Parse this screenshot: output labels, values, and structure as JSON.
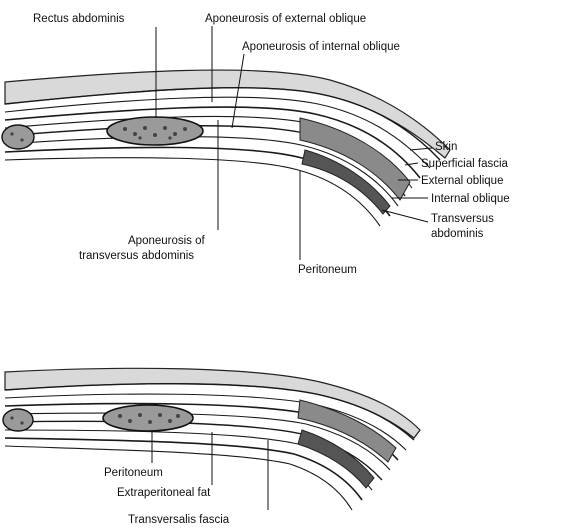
{
  "upper_diagram": {
    "labels": {
      "rectus": "Rectus abdominis",
      "apo_external": "Aponeurosis of external oblique",
      "apo_internal": "Aponeurosis of internal oblique",
      "skin": "Skin",
      "superficial_fascia": "Superficial fascia",
      "external_oblique": "External oblique",
      "internal_oblique": "Internal oblique",
      "transversus_1": "Transversus",
      "transversus_2": "abdominis",
      "apo_transversus_1": "Aponeurosis of",
      "apo_transversus_2": "transversus abdominis",
      "peritoneum": "Peritoneum"
    }
  },
  "lower_diagram": {
    "labels": {
      "peritoneum": "Peritoneum",
      "extraperitoneal_fat": "Extraperitoneal fat",
      "transversalis_fascia": "Transversalis fascia"
    }
  }
}
